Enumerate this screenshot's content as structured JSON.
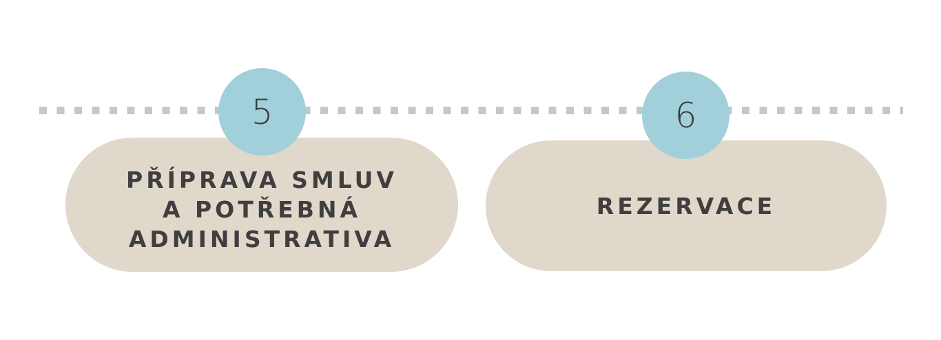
{
  "steps": [
    {
      "number": "5",
      "label_lines": [
        "PŘÍPRAVA SMLUV",
        "A POTŘEBNÁ",
        "ADMINISTRATIVA"
      ]
    },
    {
      "number": "6",
      "label_lines": [
        "REZERVACE"
      ]
    }
  ],
  "colors": {
    "pill": "#e1d8cc",
    "circle": "#a1d0da",
    "dots": "#c3c8cf",
    "text": "#3f3f3f"
  }
}
